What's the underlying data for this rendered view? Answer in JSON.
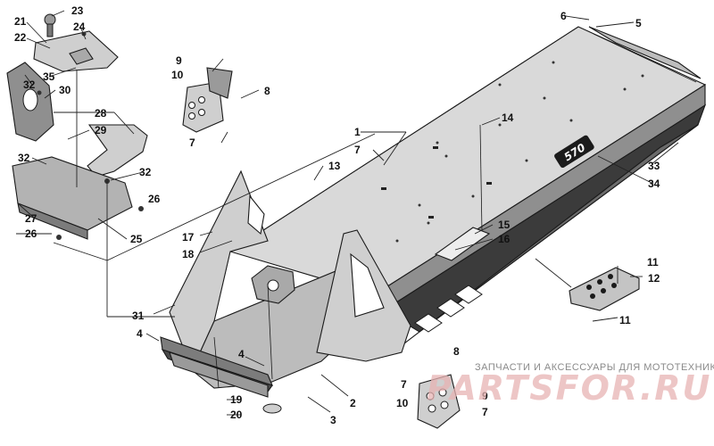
{
  "diagram": {
    "callouts": {
      "c1": "1",
      "c2": "2",
      "c3": "3",
      "c4a": "4",
      "c4b": "4",
      "c5": "5",
      "c6": "6",
      "c7a": "7",
      "c7b": "7",
      "c7c": "7",
      "c7d": "7",
      "c8a": "8",
      "c8b": "8",
      "c9a": "9",
      "c9b": "9",
      "c10a": "10",
      "c10b": "10",
      "c11a": "11",
      "c11b": "11",
      "c12": "12",
      "c13": "13",
      "c14": "14",
      "c15": "15",
      "c16": "16",
      "c17": "17",
      "c18": "18",
      "c19": "19",
      "c20": "20",
      "c21": "21",
      "c22": "22",
      "c23": "23",
      "c24": "24",
      "c25": "25",
      "c26a": "26",
      "c26b": "26",
      "c27": "27",
      "c28": "28",
      "c29": "29",
      "c30": "30",
      "c31": "31",
      "c32a": "32",
      "c32b": "32",
      "c32c": "32",
      "c33": "33",
      "c34": "34",
      "c35": "35"
    },
    "decal_text": "570"
  },
  "watermark": {
    "tagline": "ЗАПЧАСТИ И АКСЕССУАРЫ ДЛЯ МОТОТЕХНИКИ",
    "site": "PARTSFOR.RU"
  }
}
